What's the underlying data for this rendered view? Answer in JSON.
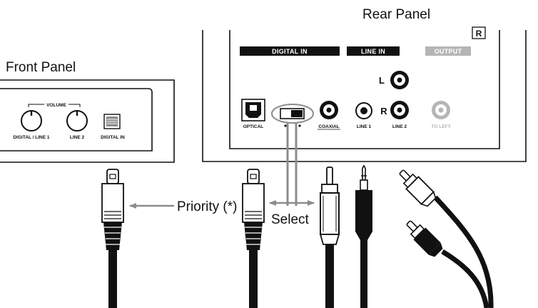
{
  "labels": {
    "rear_panel": "Rear Panel",
    "front_panel": "Front Panel",
    "priority": "Priority (*)",
    "select": "Select"
  },
  "rear": {
    "corner_badge": "R",
    "section_digital_in": "DIGITAL IN",
    "section_line_in": "LINE IN",
    "section_output": "OUTPUT",
    "jack_optical": "OPTICAL",
    "jack_coaxial": "COAXIAL",
    "jack_line1": "LINE 1",
    "jack_line2": "LINE 2",
    "jack_to_left": "TO LEFT",
    "channel_l": "L",
    "channel_r": "R"
  },
  "front": {
    "volume": "VOLUME",
    "knob_digital_line1": "DIGITAL / LINE 1",
    "knob_line2": "LINE 2",
    "jack_digital_in": "DIGITAL IN"
  },
  "colors": {
    "ink": "#111111",
    "output_grey": "#b5b5b5",
    "selector_grey": "#8c8c8c",
    "panel_bg": "#ffffff"
  }
}
